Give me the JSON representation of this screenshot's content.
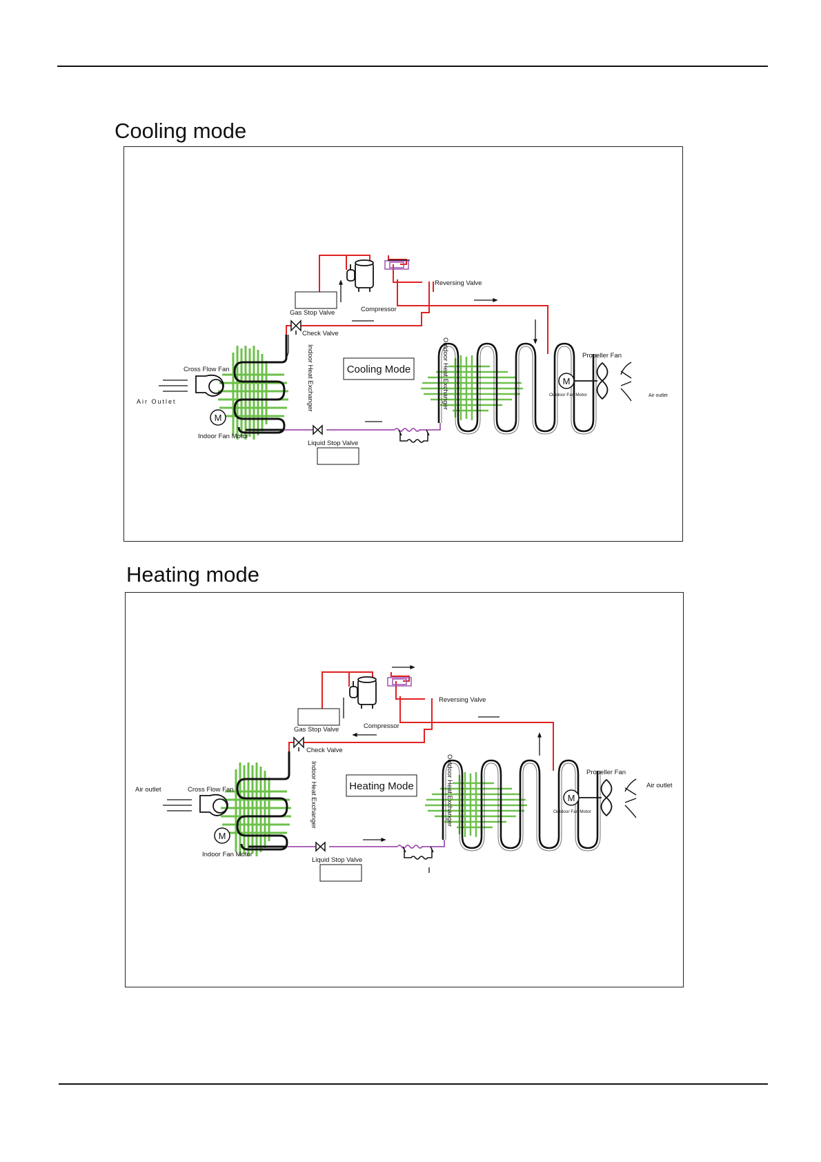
{
  "cooling": {
    "section_title": "Cooling mode",
    "mode_label": "Cooling Mode",
    "compressor": "Compressor",
    "reversing_valve": "Reversing Valve",
    "gas_stop_valve": "Gas Stop Valve",
    "check_valve": "Check Valve",
    "liquid_stop_valve": "Liquid Stop Valve",
    "indoor_hx": "Indoor Heat Exchanger",
    "outdoor_hx": "Outdoor Heat Exchanger",
    "cross_flow_fan": "Cross Flow Fan",
    "indoor_fan_motor": "Indoor Fan Motor",
    "propeller_fan": "Propeller Fan",
    "outdoor_fan_motor": "Outdoor Fan Motor",
    "air_outlet_left": "Air Outlet",
    "air_outlet_right": "Air outlet",
    "motor_symbol": "M"
  },
  "heating": {
    "section_title": "Heating mode",
    "mode_label": "Heating Mode",
    "compressor": "Compressor",
    "reversing_valve": "Reversing Valve",
    "gas_stop_valve": "Gas Stop Valve",
    "check_valve": "Check Valve",
    "liquid_stop_valve": "Liquid Stop Valve",
    "indoor_hx": "Indoor Heat Exchanger",
    "outdoor_hx": "Outdoor Heat Exchanger",
    "cross_flow_fan": "Cross Flow Fan",
    "indoor_fan_motor": "Indoor Fan Motor",
    "propeller_fan": "Propeller Fan",
    "outdoor_fan_motor": "Outdoor Fan Motor",
    "air_outlet_left": "Air outlet",
    "air_outlet_right": "Air outlet",
    "motor_symbol": "M"
  },
  "colors": {
    "pipe_hot": "#e02020",
    "pipe_liquid": "#a050b0",
    "fins": "#6cc04a",
    "line": "#111111"
  }
}
